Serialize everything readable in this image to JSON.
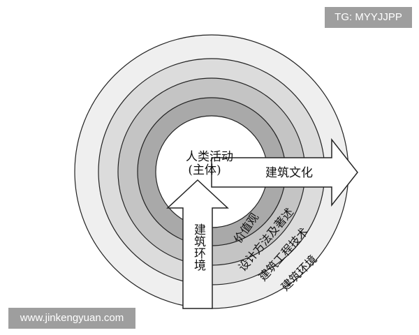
{
  "watermarks": {
    "top_right": "TG: MYYJJPP",
    "bottom_left": "www.jinkengyuan.com"
  },
  "diagram": {
    "center": {
      "line1": "人类活动",
      "line2": "(主体)"
    },
    "right_arrow_label": "建筑文化",
    "up_arrow_label": "建筑环境",
    "rings": [
      {
        "label": "价值观",
        "color": "#a9a9a9"
      },
      {
        "label": "设计方法及著述",
        "color": "#c4c4c4"
      },
      {
        "label": "建筑工程技术",
        "color": "#dcdcdc"
      },
      {
        "label": "建筑环境",
        "color": "#efefef"
      }
    ]
  }
}
